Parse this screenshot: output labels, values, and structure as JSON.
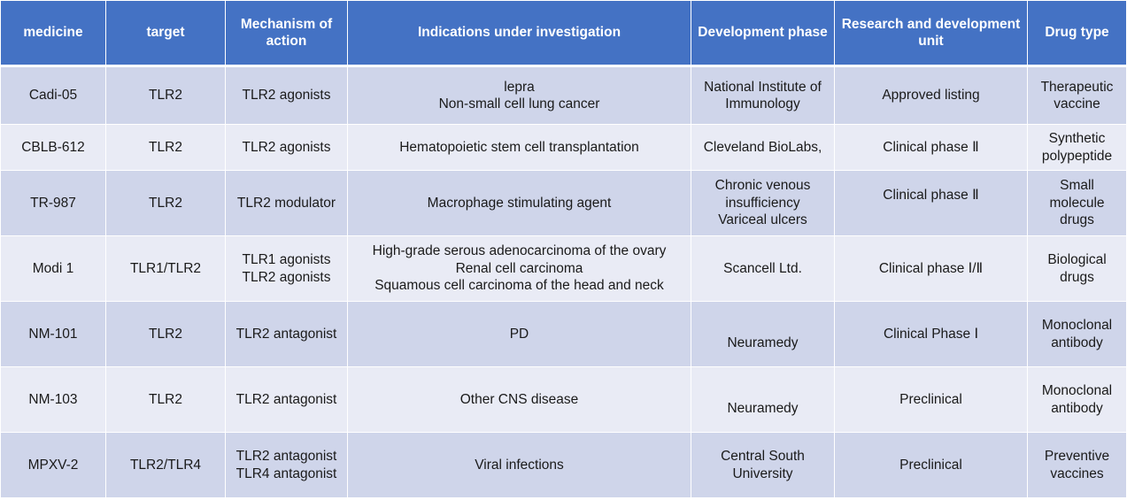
{
  "columns": [
    "medicine",
    "target",
    "Mechanism of action",
    "Indications under investigation",
    "Development phase",
    "Research and development unit",
    "Drug type"
  ],
  "rows": [
    {
      "medicine": "Cadi-05",
      "target": "TLR2",
      "mechanism": [
        "TLR2 agonists"
      ],
      "indications": [
        "lepra",
        "Non-small cell lung cancer"
      ],
      "phase": [
        "National Institute of Immunology"
      ],
      "unit": [
        "Approved listing"
      ],
      "drug_type": [
        "Therapeutic vaccine"
      ]
    },
    {
      "medicine": "CBLB-612",
      "target": "TLR2",
      "mechanism": [
        "TLR2 agonists"
      ],
      "indications": [
        "Hematopoietic stem cell transplantation"
      ],
      "phase": [
        "Cleveland BioLabs,"
      ],
      "unit": [
        "Clinical phase Ⅱ"
      ],
      "drug_type": [
        "Synthetic polypeptide"
      ]
    },
    {
      "medicine": "TR-987",
      "target": "TLR2",
      "mechanism": [
        "TLR2 modulator"
      ],
      "indications": [
        "Macrophage stimulating agent"
      ],
      "phase": [
        "Chronic venous insufficiency",
        "Variceal ulcers"
      ],
      "unit": [
        "Clinical phase Ⅱ"
      ],
      "drug_type": [
        "Small molecule drugs"
      ]
    },
    {
      "medicine": "Modi 1",
      "target": "TLR1/TLR2",
      "mechanism": [
        "TLR1 agonists",
        "TLR2 agonists"
      ],
      "indications": [
        "High-grade serous adenocarcinoma of the ovary",
        "Renal cell carcinoma",
        "Squamous cell carcinoma of the head and neck"
      ],
      "phase": [
        "Scancell Ltd."
      ],
      "unit": [
        "Clinical phase Ⅰ/Ⅱ"
      ],
      "drug_type": [
        "Biological drugs"
      ]
    },
    {
      "medicine": "NM-101",
      "target": "TLR2",
      "mechanism": [
        "TLR2 antagonist"
      ],
      "indications": [
        "PD"
      ],
      "phase": [
        "Neuramedy"
      ],
      "unit": [
        "Clinical Phase Ⅰ"
      ],
      "drug_type": [
        "Monoclonal antibody"
      ]
    },
    {
      "medicine": "NM-103",
      "target": "TLR2",
      "mechanism": [
        "TLR2 antagonist"
      ],
      "indications": [
        "Other CNS disease"
      ],
      "phase": [
        "Neuramedy"
      ],
      "unit": [
        "Preclinical"
      ],
      "drug_type": [
        "Monoclonal antibody"
      ]
    },
    {
      "medicine": "MPXV-2",
      "target": "TLR2/TLR4",
      "mechanism": [
        "TLR2 antagonist",
        "TLR4 antagonist"
      ],
      "indications": [
        "Viral infections"
      ],
      "phase": [
        "Central South University"
      ],
      "unit": [
        "Preclinical"
      ],
      "drug_type": [
        "Preventive vaccines"
      ]
    }
  ]
}
